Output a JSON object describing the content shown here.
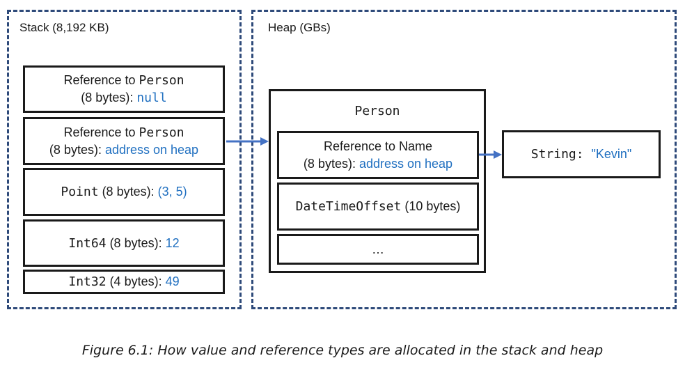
{
  "stack": {
    "title": "Stack (8,192 KB)",
    "slots": [
      {
        "prefix": "Reference to ",
        "type": "Person",
        "size": "(8 bytes): ",
        "value": "null"
      },
      {
        "prefix": "Reference to ",
        "type": "Person",
        "size": "(8 bytes): ",
        "value": "address on heap"
      },
      {
        "type": "Point",
        "size": " (8 bytes): ",
        "value": "(3, 5)"
      },
      {
        "type": "Int64",
        "size": " (8 bytes): ",
        "value": "12"
      },
      {
        "type": "Int32",
        "size": " (4 bytes): ",
        "value": "49"
      }
    ]
  },
  "heap": {
    "title": "Heap (GBs)",
    "person": {
      "title": "Person",
      "name_ref": {
        "prefix": "Reference to ",
        "type": "Name",
        "size": "(8 bytes): ",
        "value": "address on heap"
      },
      "datetime": {
        "type": "DateTimeOffset",
        "size": " (10 bytes)"
      },
      "ellipsis": "…"
    },
    "string": {
      "type": "String",
      "sep": ": ",
      "value": "\"Kevin\""
    }
  },
  "colors": {
    "border": "#1a1a1a",
    "dashed_border": "#2e4a7a",
    "value": "#1f6fc0",
    "arrow": "#4472c4"
  },
  "caption": "Figure 6.1: How value and reference types are allocated in the stack and heap"
}
